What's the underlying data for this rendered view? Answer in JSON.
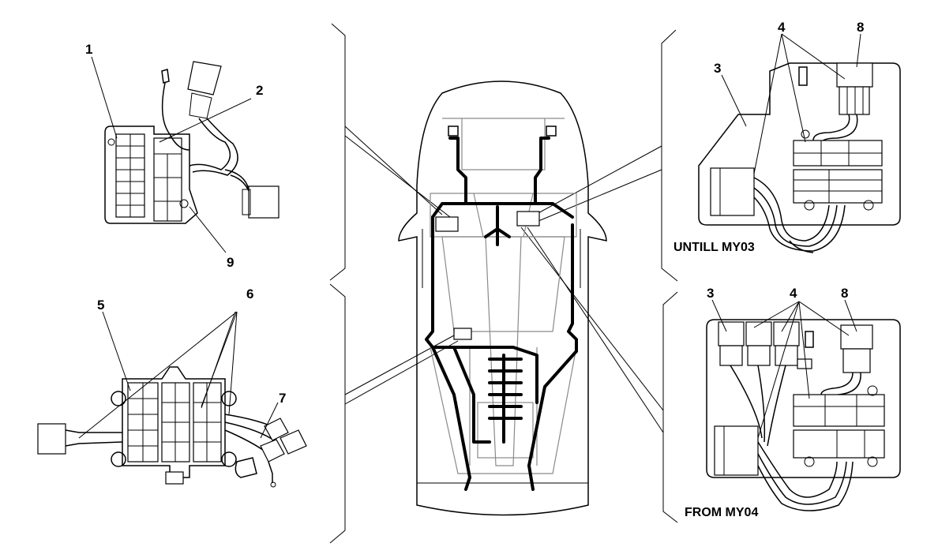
{
  "labels": {
    "c1": "1",
    "c2": "2",
    "c3a": "3",
    "c3b": "3",
    "c4a": "4",
    "c4b": "4",
    "c5": "5",
    "c6": "6",
    "c7": "7",
    "c8a": "8",
    "c8b": "8",
    "c9": "9"
  },
  "captions": {
    "until": "UNTILL MY03",
    "from": "FROM MY04"
  }
}
